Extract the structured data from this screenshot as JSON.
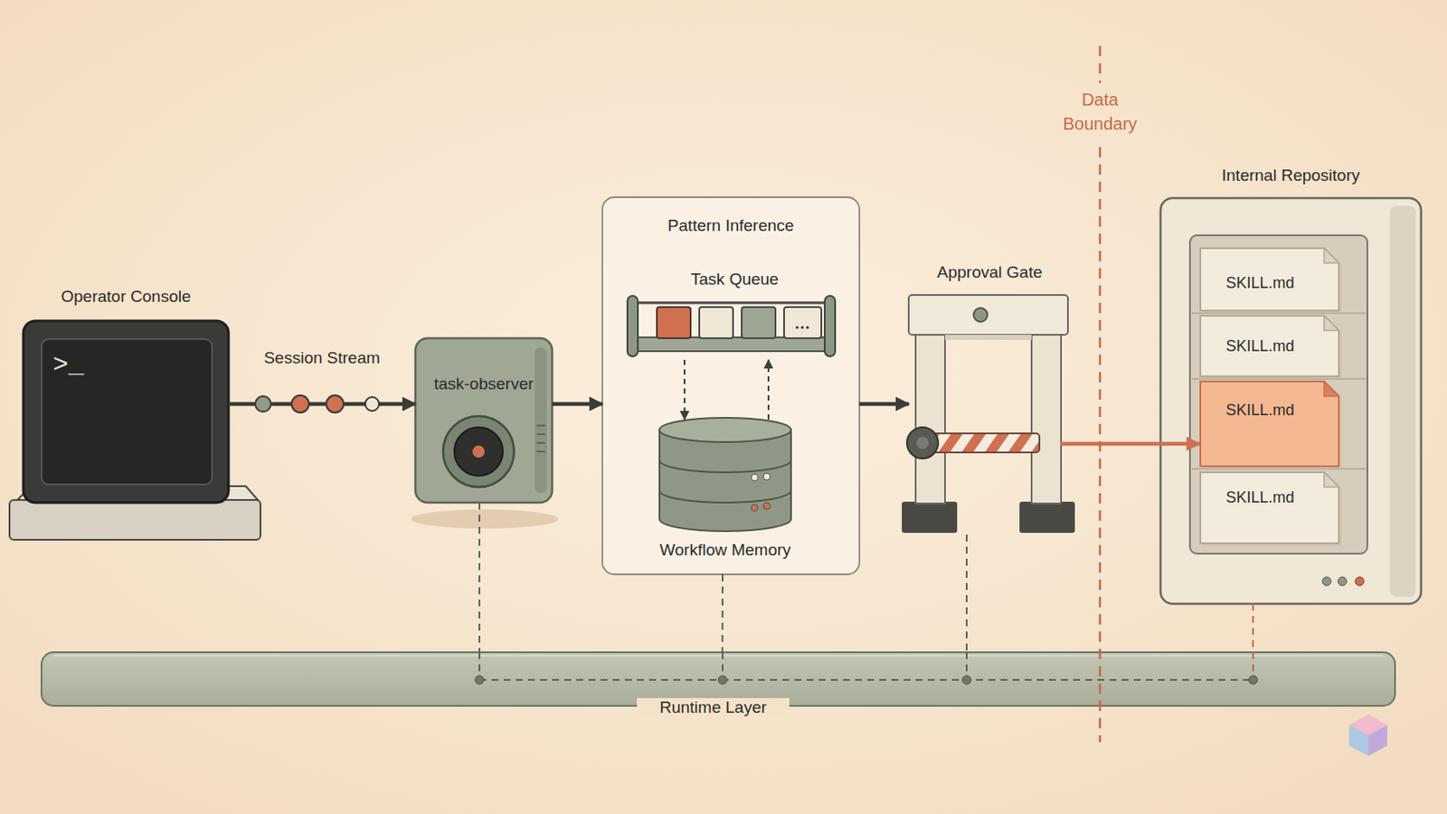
{
  "diagram": {
    "nodes": [
      {
        "text": [
          "Operator Console",
          ">_"
        ]
      },
      {
        "text": [
          "task-observer"
        ]
      },
      {
        "text": [
          "Pattern Inference"
        ]
      },
      {
        "text": [
          "Task Queue",
          "..."
        ],
        "in": 2
      },
      {
        "text": [
          "Workflow Memory"
        ],
        "in": 2
      },
      {
        "text": [
          "Approval Gate"
        ]
      },
      {
        "text": [
          "Internal Repository"
        ]
      },
      {
        "text": [
          "SKILL.md"
        ],
        "in": 6
      },
      {
        "text": [
          "SKILL.md"
        ],
        "in": 6
      },
      {
        "text": [
          "SKILL.md"
        ],
        "in": 6
      },
      {
        "text": [
          "SKILL.md"
        ],
        "in": 6
      },
      {
        "text": [
          "Runtime Layer"
        ]
      }
    ],
    "edges": [
      {
        "from": 0,
        "to": 1,
        "label": "Session Stream",
        "arrow": "to"
      },
      {
        "from": 1,
        "to": 2,
        "arrow": "to"
      },
      {
        "from": 3,
        "to": 4,
        "arrow": "to"
      },
      {
        "from": 4,
        "to": 3,
        "arrow": "to"
      },
      {
        "from": 2,
        "to": 5,
        "arrow": "to"
      },
      {
        "from": 5,
        "to": 9,
        "arrow": "to"
      },
      {
        "from": 1,
        "to": 11,
        "arrow": "none"
      },
      {
        "from": 2,
        "to": 11,
        "arrow": "none"
      },
      {
        "from": 5,
        "to": 11,
        "arrow": "none"
      },
      {
        "from": 6,
        "to": 11,
        "arrow": "none"
      }
    ],
    "labels": [
      "Data Boundary"
    ]
  }
}
